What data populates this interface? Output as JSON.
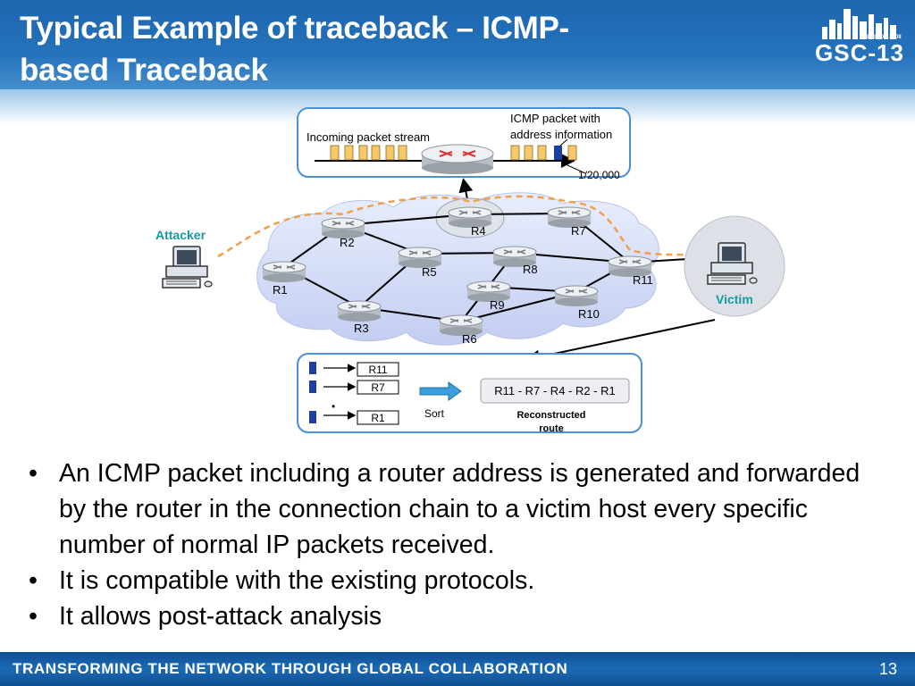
{
  "slide": {
    "title_line1": "Typical Example of traceback – ICMP-",
    "title_line2": "based Traceback",
    "logo": {
      "name": "GSC-13",
      "subtitle": "BOSTON 2008"
    },
    "footer": "TRANSFORMING THE NETWORK THROUGH GLOBAL COLLABORATION",
    "page_number": "13"
  },
  "diagram": {
    "top_box": {
      "stream_label": "Incoming packet stream",
      "icmp_label_line1": "ICMP packet with",
      "icmp_label_line2": "address information",
      "ratio": "1/20,000"
    },
    "attacker_label": "Attacker",
    "victim_label": "Victim",
    "routers": [
      "R1",
      "R2",
      "R3",
      "R4",
      "R5",
      "R6",
      "R7",
      "R8",
      "R9",
      "R10",
      "R11"
    ],
    "bottom_box": {
      "collected": [
        "R11",
        "R7",
        "R1"
      ],
      "ellipsis": "•",
      "sort_label": "Sort",
      "route": "R11 - R7 - R4 - R2 - R1",
      "route_caption_line1": "Reconstructed",
      "route_caption_line2": "route"
    },
    "colors": {
      "stream_packet": "#f7c86a",
      "icmp_packet": "#1f3fa0",
      "attack_path": "#f0a04b",
      "label_teal": "#149aa4",
      "sort_arrow": "#3a9fdc"
    }
  },
  "bullets": [
    "An ICMP packet including a router address is generated and forwarded by the router in the connection chain to a victim host every specific number of normal IP packets received.",
    "It is compatible with the existing protocols.",
    "It allows post-attack analysis"
  ]
}
